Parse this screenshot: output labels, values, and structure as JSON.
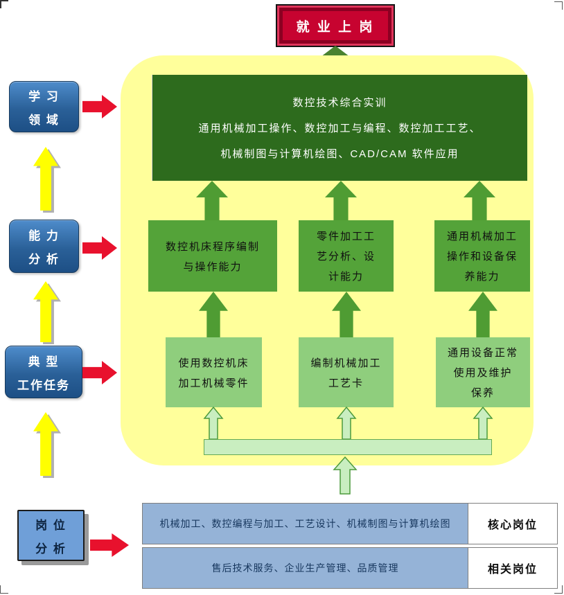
{
  "colors": {
    "panel-yellow": "#FFFF9B",
    "dark-green": "#2D6B1D",
    "mid-green": "#54A339",
    "light-green": "#8FCE7D",
    "pale-green": "#C9EEC0",
    "arrow-green": "#4F9C33",
    "arrow-green-dark": "#4A8230",
    "arrow-red": "#E8112D",
    "arrow-yellow": "#FFFF00",
    "side-blue-top": "#4E8CCB",
    "side-blue-bottom": "#1D4F85",
    "table-blue": "#95B3D7",
    "employment-red": "#C70330"
  },
  "employment": {
    "label": "就 业 上 岗"
  },
  "training": {
    "lines": [
      "数控技术综合实训",
      "通用机械加工操作、数控加工与编程、数控加工工艺、",
      "机械制图与计算机绘图、CAD/CAM 软件应用"
    ]
  },
  "abilities": [
    {
      "lines": [
        "数控机床程序编制",
        "与操作能力",
        ""
      ]
    },
    {
      "lines": [
        "零件加工工",
        "艺分析、设",
        "计能力"
      ]
    },
    {
      "lines": [
        "通用机械加工",
        "操作和设备保",
        "养能力"
      ]
    }
  ],
  "tasks": [
    {
      "lines": [
        "使用数控机床",
        "加工机械零件",
        ""
      ]
    },
    {
      "lines": [
        "编制机械加工",
        "工艺卡",
        ""
      ]
    },
    {
      "lines": [
        "通用设备正常",
        "使用及维护",
        "保养"
      ]
    }
  ],
  "side_labels": {
    "learning": {
      "line1": "学 习",
      "line2": "领 域"
    },
    "ability": {
      "line1": "能 力",
      "line2": "分 析"
    },
    "task": {
      "line1": "典  型",
      "line2": "工作任务"
    },
    "position": {
      "line1": "岗 位",
      "line2": "分 析"
    }
  },
  "job_table": {
    "rows": [
      {
        "content": "机械加工、数控编程与加工、工艺设计、机械制图与计算机绘图",
        "label": "核心岗位"
      },
      {
        "content": "售后技术服务、企业生产管理、品质管理",
        "label": "相关岗位"
      }
    ]
  }
}
